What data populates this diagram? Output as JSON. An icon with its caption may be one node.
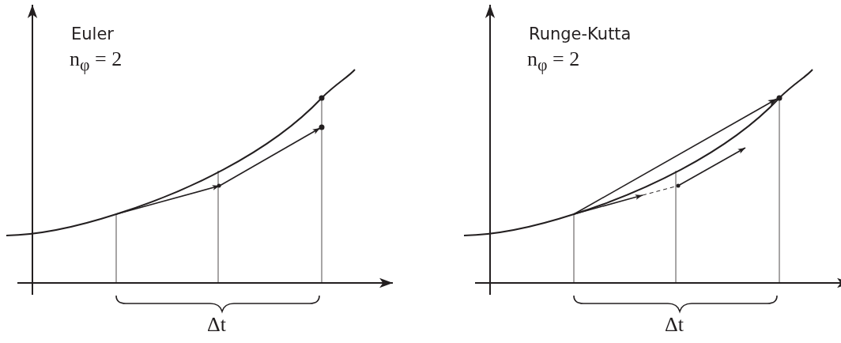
{
  "diagram": {
    "labels": [
      "Euler",
      "n$_{φ}$ = 2",
      "Δt",
      "Runge-Kutta",
      "n$_{φ}$ = 2",
      "Δt"
    ]
  }
}
